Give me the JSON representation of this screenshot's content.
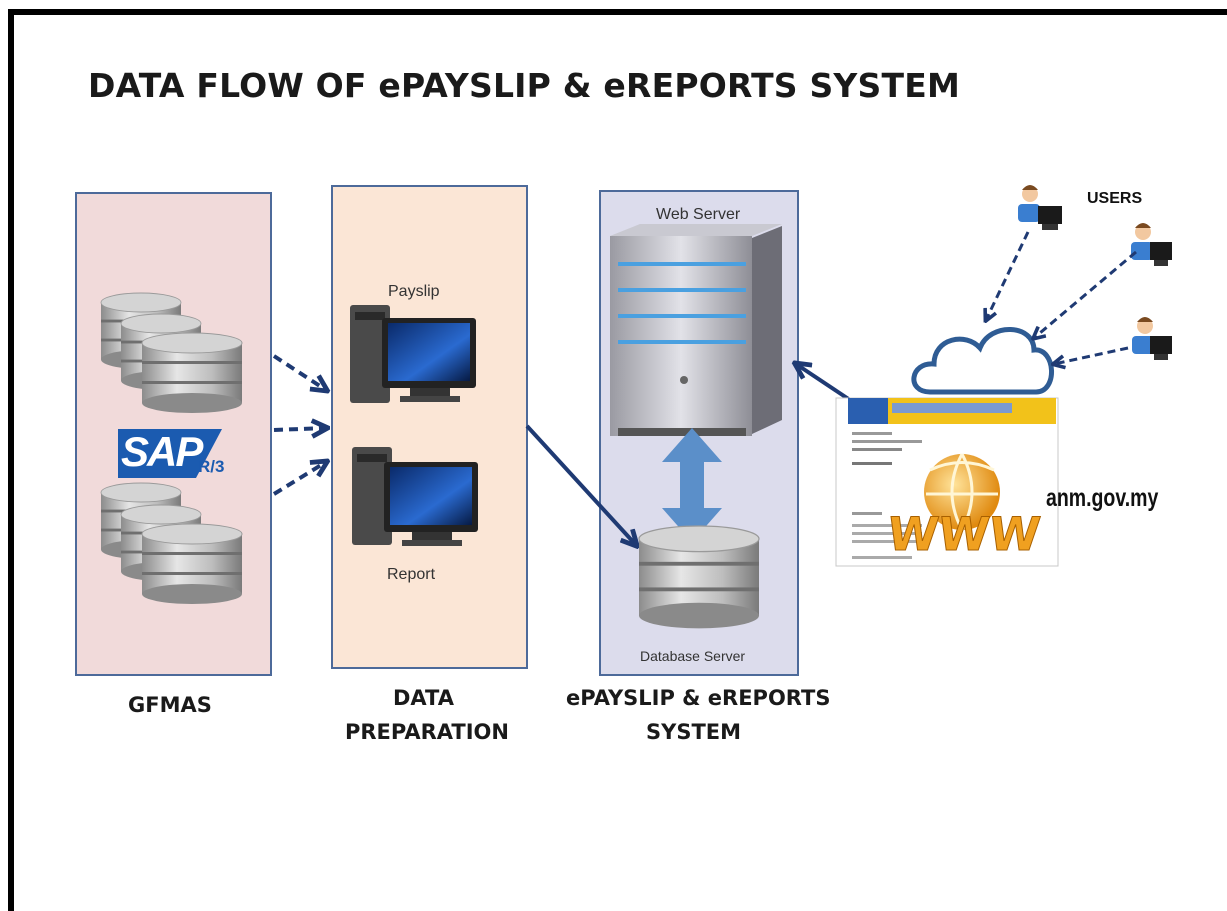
{
  "title": "DATA FLOW OF ePAYSLIP & eREPORTS SYSTEM",
  "panels": {
    "gfmas": {
      "label": "GFMAS",
      "logo_main": "SAP",
      "logo_sub": "R/3"
    },
    "prep": {
      "label_line1": "DATA",
      "label_line2": "PREPARATION",
      "top_item": "Payslip",
      "bottom_item": "Report"
    },
    "system": {
      "label_line1": "ePAYSLIP & eREPORTS",
      "label_line2": "SYSTEM",
      "web_server": "Web Server",
      "db_server": "Database Server"
    }
  },
  "users_label": "USERS",
  "website": "anm.gov.my",
  "www": "WWW",
  "colors": {
    "panel_border": "#4d6a9a",
    "gfmas_bg": "#f1dada",
    "prep_bg": "#fbe6d6",
    "system_bg": "#dcdcec",
    "arrow": "#1f3a73",
    "double_arrow": "#5b8fc9",
    "www_orange": "#f0a020"
  }
}
